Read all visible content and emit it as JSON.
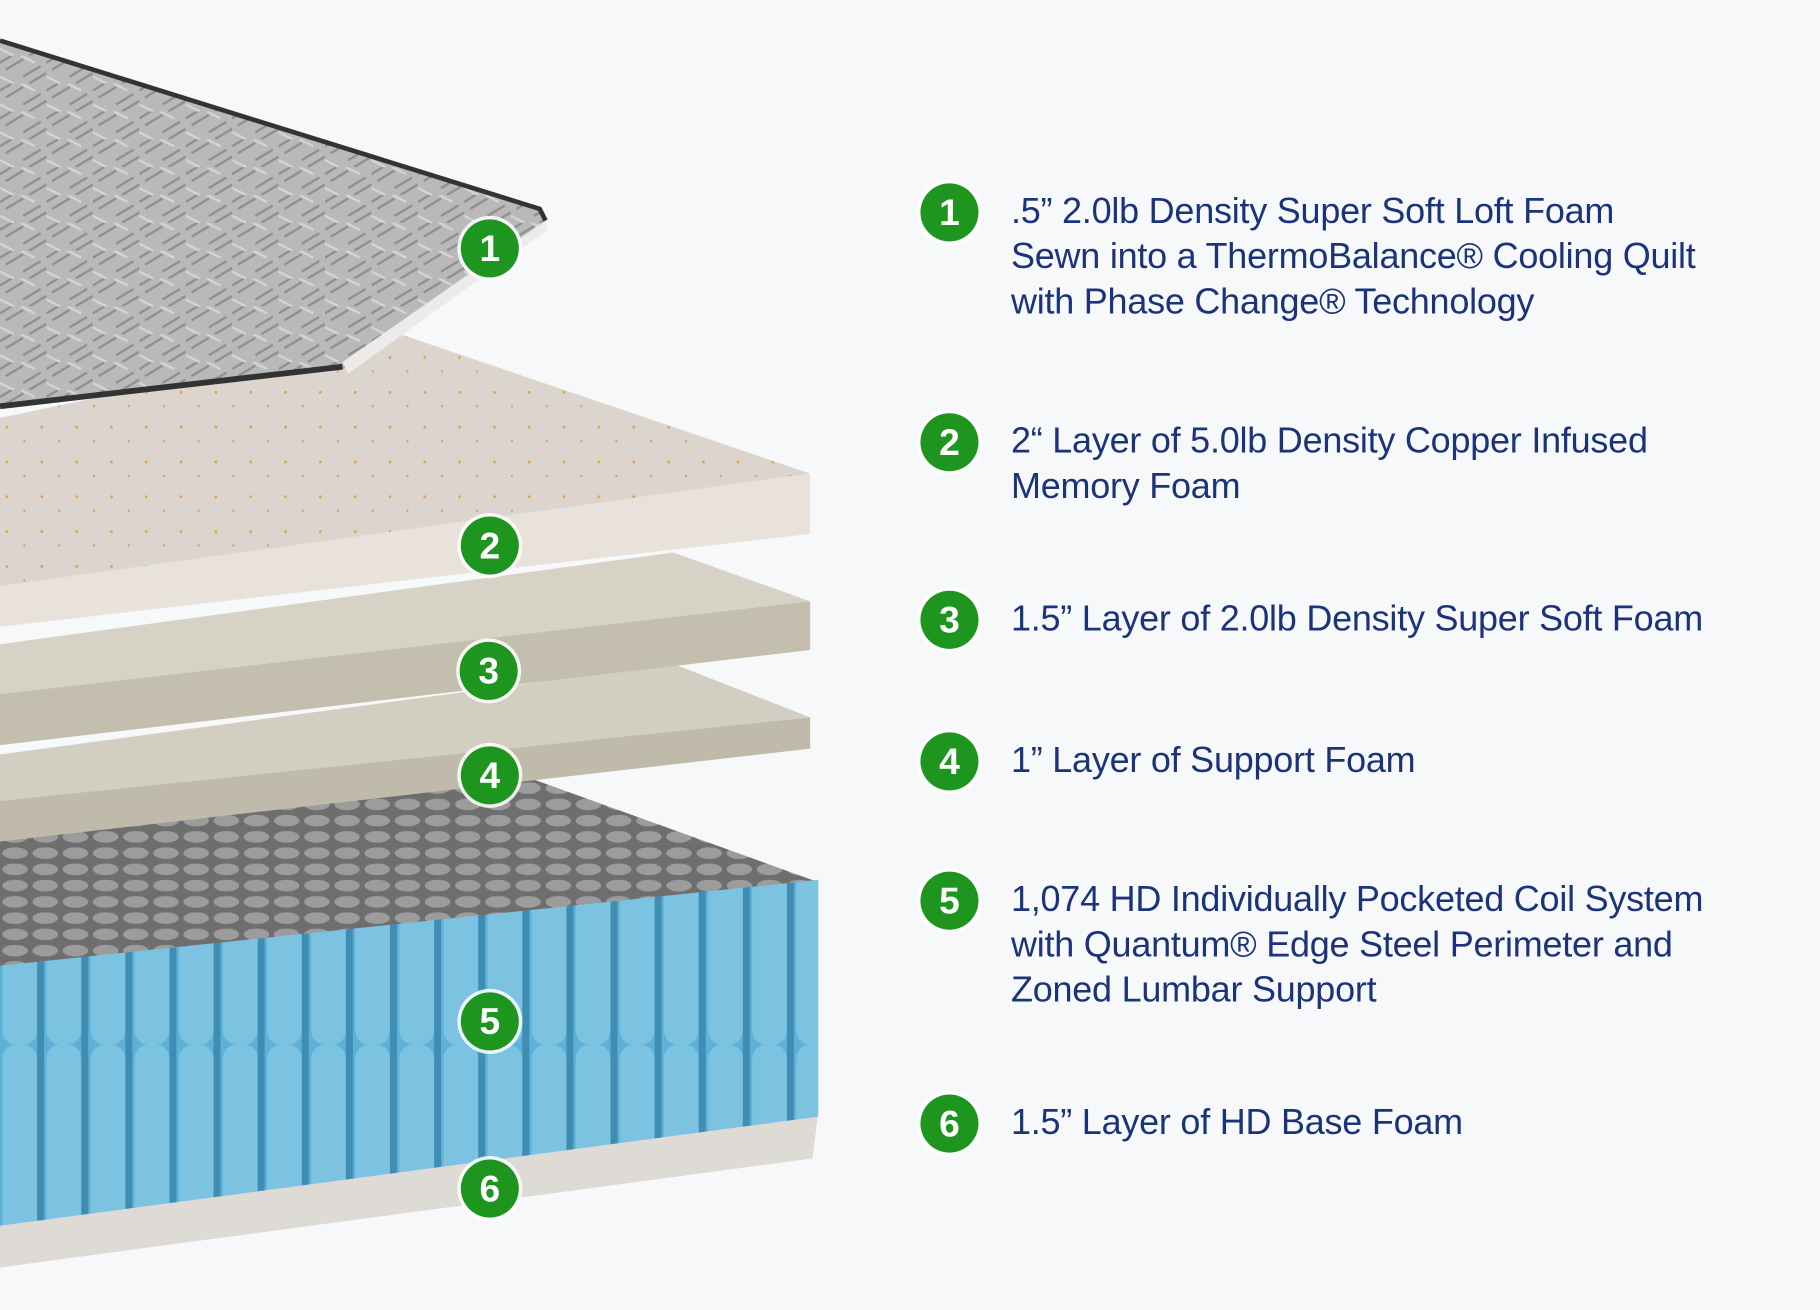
{
  "colors": {
    "badge": "#1d951f",
    "text": "#1b3479",
    "background": "#f6f8fa"
  },
  "layers": [
    {
      "number": "1",
      "lines": [
        ".5” 2.0lb Density Super Soft Loft Foam",
        "Sewn into a ThermoBalance® Cooling Quilt",
        "with Phase Change® Technology"
      ]
    },
    {
      "number": "2",
      "lines": [
        "2“ Layer of 5.0lb Density Copper Infused",
        "Memory Foam"
      ]
    },
    {
      "number": "3",
      "lines": [
        "1.5” Layer of 2.0lb Density Super Soft Foam"
      ]
    },
    {
      "number": "4",
      "lines": [
        "1” Layer of Support Foam"
      ]
    },
    {
      "number": "5",
      "lines": [
        "1,074 HD Individually Pocketed Coil System",
        "with Quantum® Edge Steel Perimeter and",
        "Zoned Lumbar Support"
      ]
    },
    {
      "number": "6",
      "lines": [
        "1.5” Layer of HD Base Foam"
      ]
    }
  ]
}
